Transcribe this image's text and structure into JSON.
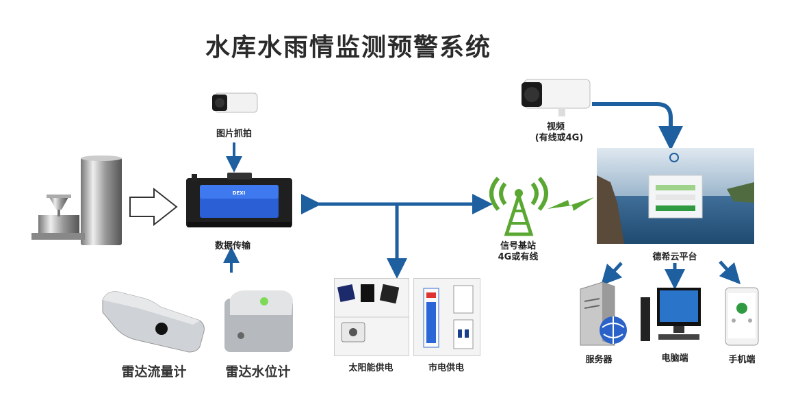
{
  "title": "水库水雨情监测预警系统",
  "nodes": {
    "camera_capture": {
      "label": "图片抓拍"
    },
    "data_transmission": {
      "label": "数据传输"
    },
    "video": {
      "label": "视频",
      "sublabel": "(有线或4G)"
    },
    "signal_station": {
      "label": "信号基站",
      "sublabel": "4G或有线"
    },
    "cloud_platform": {
      "label": "德希云平台"
    },
    "server": {
      "label": "服务器"
    },
    "computer": {
      "label": "电脑端"
    },
    "phone": {
      "label": "手机端"
    },
    "solar_power": {
      "label": "太阳能供电"
    },
    "mains_power": {
      "label": "市电供电"
    },
    "radar_flow_meter": {
      "label": "雷达流量计"
    },
    "radar_level_meter": {
      "label": "雷达水位计"
    }
  },
  "device_brand": "DEXI",
  "colors": {
    "arrow": "#1e5fa0",
    "signal": "#5aa832",
    "device_screen": "#2a5fd6",
    "title": "#2b2b2b"
  }
}
